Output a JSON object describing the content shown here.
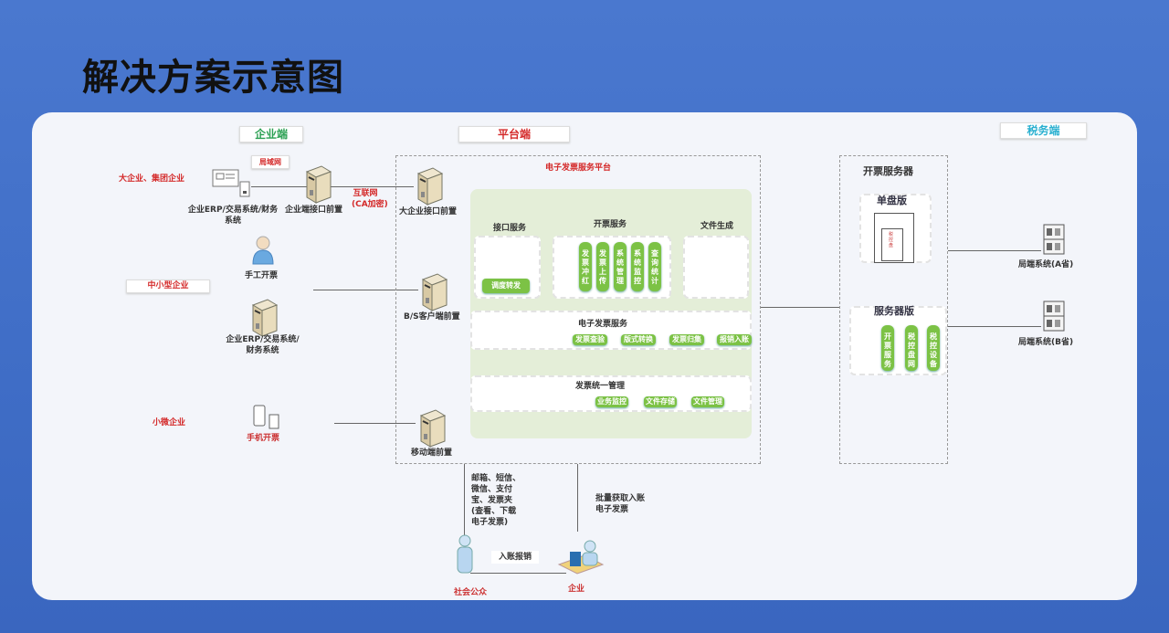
{
  "title": "解决方案示意图",
  "sections": {
    "enterprise": "企业端",
    "platform": "平台端",
    "tax": "税务端"
  },
  "enterprise": {
    "lan": "局域网",
    "large": "大企业、集团企业",
    "erp1": "企业ERP/交易系统/财务系统",
    "gateway": "企业端接口前置",
    "internet": "互联网",
    "ca": "(CA加密)",
    "manual": "手工开票",
    "sme": "中小型企业",
    "erp2": "企业ERP/交易系统/财务系统",
    "micro": "小微企业",
    "mobile": "手机开票"
  },
  "platform": {
    "title": "电子发票服务平台",
    "large_gw": "大企业接口前置",
    "bs_gw": "B/S客户端前置",
    "mobile_gw": "移动端前置",
    "interface": "接口服务",
    "dispatch": "调度转发",
    "issue": "开票服务",
    "issue_items": [
      "发票冲红",
      "发票上传",
      "系统管理",
      "系统监控",
      "查询统计"
    ],
    "filegen": "文件生成",
    "einvoice": "电子发票服务",
    "einvoice_items": [
      "发票查验",
      "版式转换",
      "发票归集",
      "报销入账"
    ],
    "mgmt": "发票统一管理",
    "mgmt_items": [
      "业务监控",
      "文件存储",
      "文件管理"
    ]
  },
  "server": {
    "title": "开票服务器",
    "single": "单盘版",
    "taxdisk": "税控盘",
    "serverver": "服务器版",
    "items": [
      "开票服务",
      "税控盘网",
      "税控设备"
    ]
  },
  "tax": {
    "a": "局端系统(A省)",
    "b": "局端系统(B省)"
  },
  "bottom": {
    "channels": "邮箱、短信、微信、支付宝、发票夹(查看、下载电子发票)",
    "batch": "批量获取入账电子发票",
    "reimburse": "入账报销",
    "public": "社会公众",
    "company": "企业"
  },
  "colors": {
    "bg": "#4272ca",
    "green": "#7cc245",
    "red": "#d42a2a"
  }
}
